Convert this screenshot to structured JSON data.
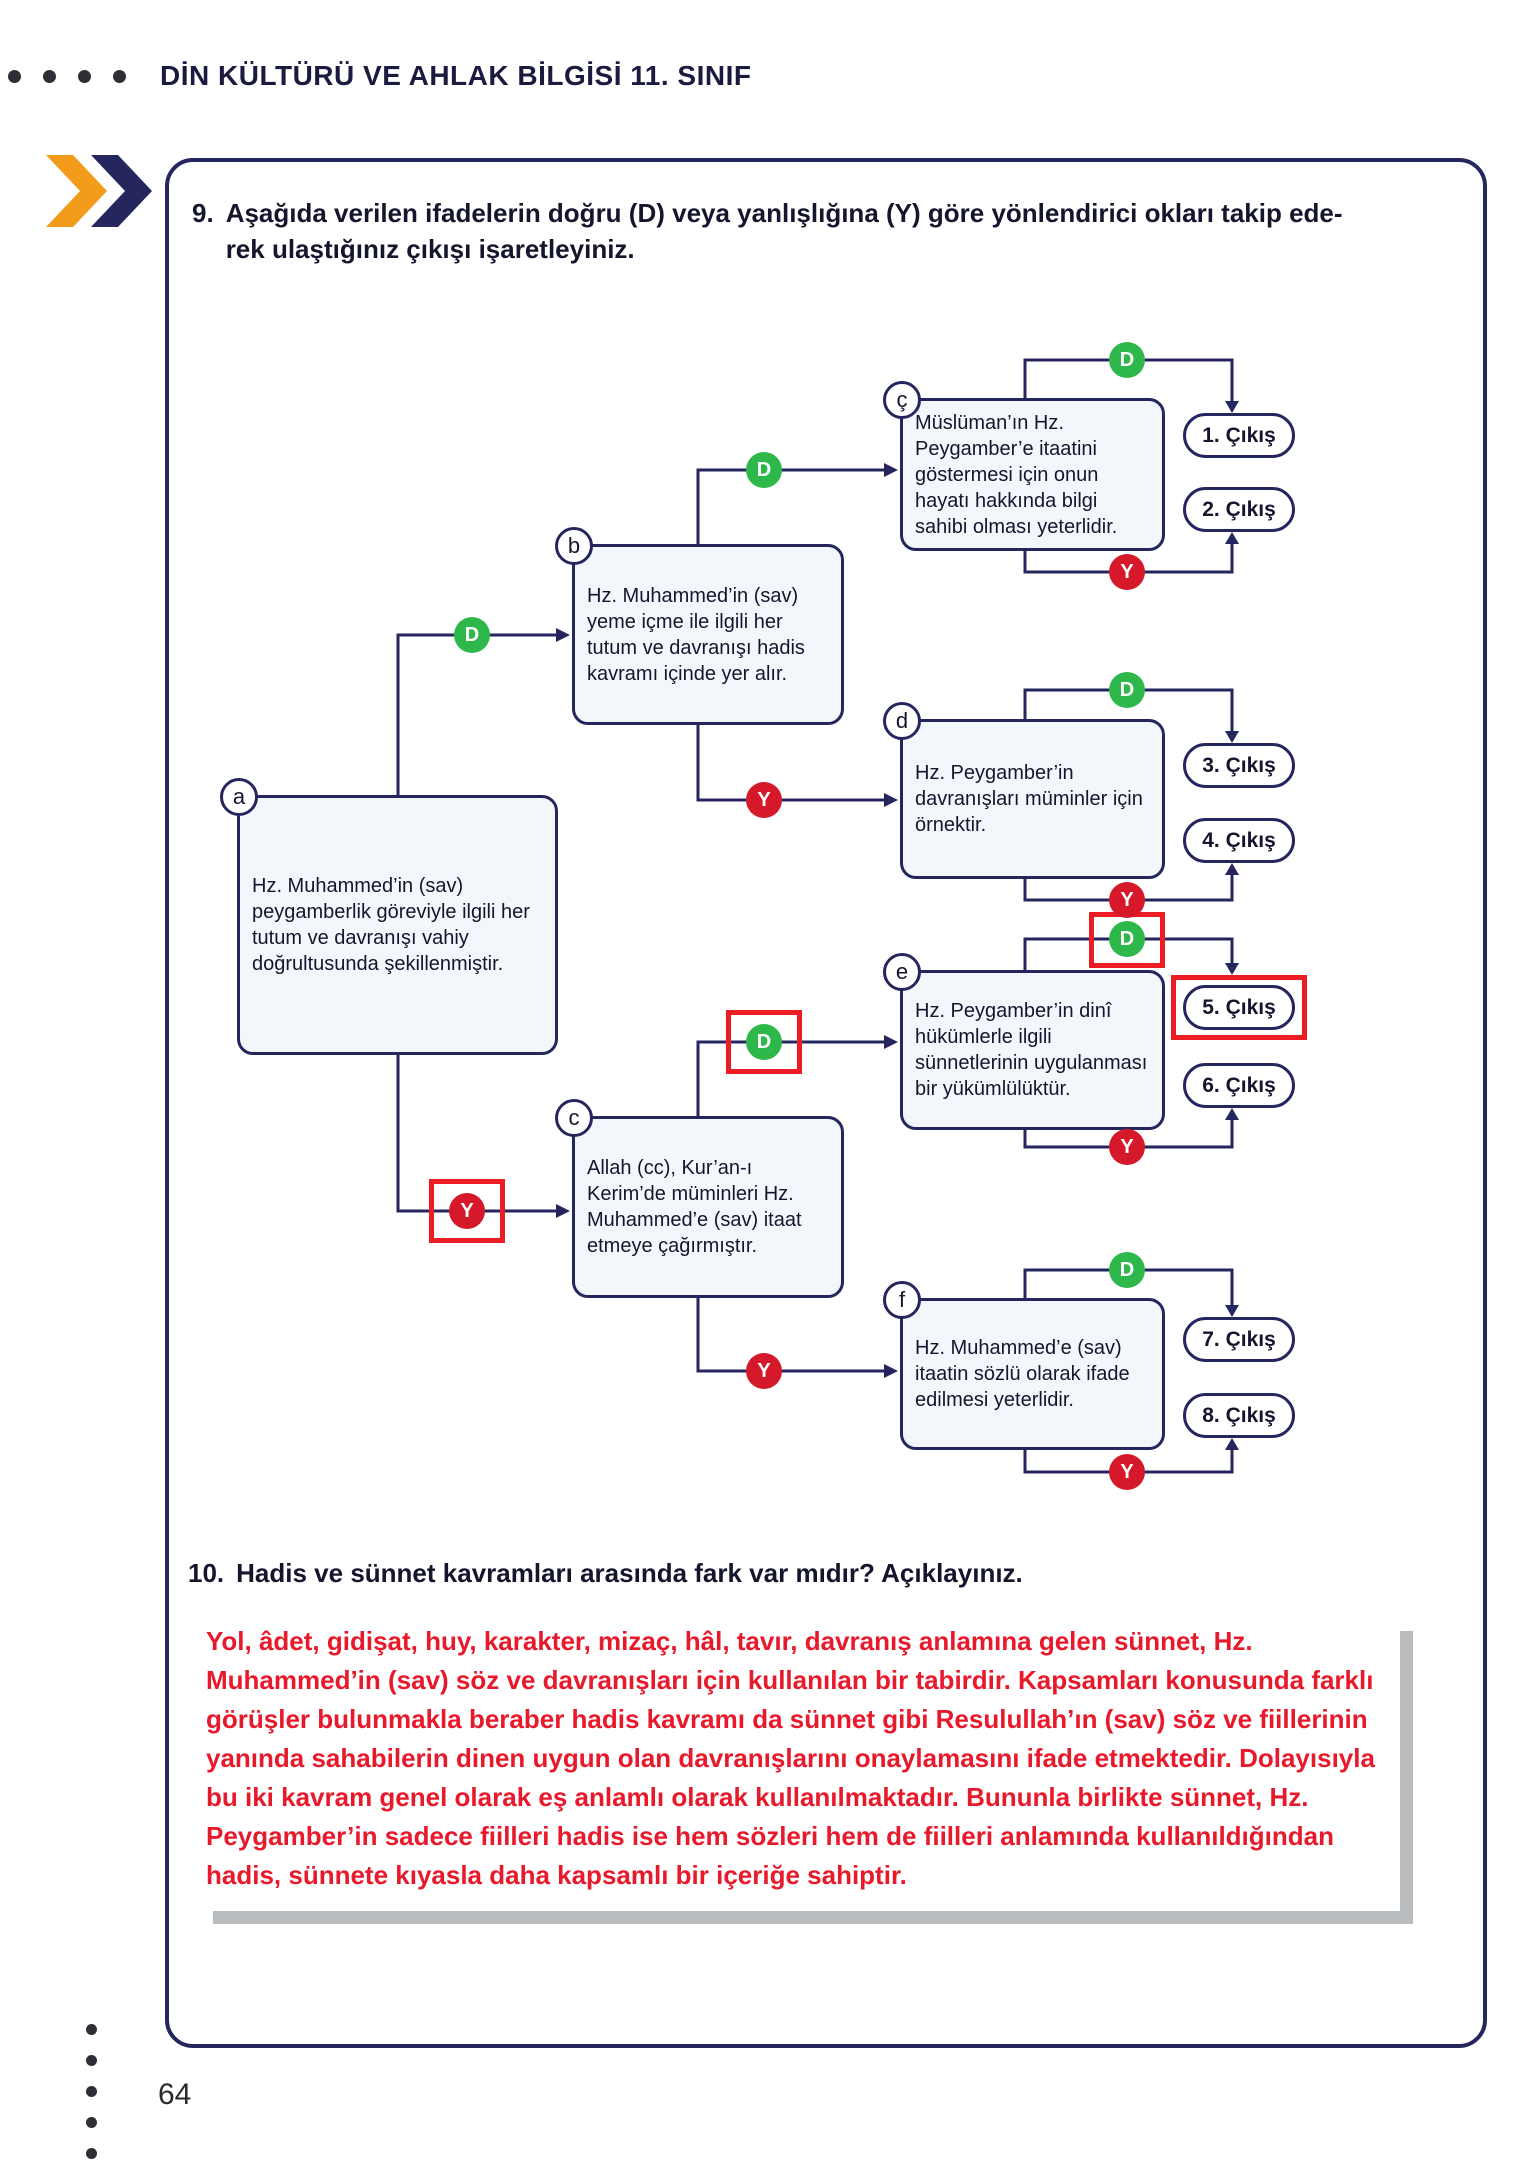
{
  "header": {
    "title": "DİN KÜLTÜRÜ VE AHLAK BİLGİSİ 11. SINIF"
  },
  "questions": {
    "q9": {
      "number": "9.",
      "text": "Aşağıda verilen ifadelerin doğru (D) veya yanlışlığına (Y) göre yönlendirici okları takip ede-\nrek ulaştığınız çıkışı işaretleyiniz."
    },
    "q10": {
      "number": "10.",
      "text": "Hadis ve sünnet kavramları arasında fark var mıdır? Açıklayınız."
    }
  },
  "flowchart": {
    "d_label": "D",
    "y_label": "Y",
    "nodes": {
      "a": {
        "label": "a",
        "text": "Hz. Muhammed’in (sav) peygamberlik göreviyle ilgili her tutum ve davranışı vahiy doğrultusunda şekillenmiştir."
      },
      "b": {
        "label": "b",
        "text": "Hz. Muhammed’in (sav) yeme içme ile ilgili her tutum ve davranışı hadis kavramı içinde yer alır."
      },
      "c": {
        "label": "c",
        "text": "Allah (cc), Kur’an-ı Kerim’de müminleri Hz. Muhammed’e (sav) itaat etmeye çağırmıştır."
      },
      "cc": {
        "label": "ç",
        "text": "Müslüman’ın Hz. Peygamber’e itaatini göstermesi için onun hayatı hakkında bilgi sahibi olması yeterlidir."
      },
      "d": {
        "label": "d",
        "text": "Hz. Peygamber’in davranışları müminler için örnektir."
      },
      "e": {
        "label": "e",
        "text": "Hz. Peygamber’in dinî hükümlerle ilgili sünnetlerinin uygulanması bir yükümlülüktür."
      },
      "f": {
        "label": "f",
        "text": "Hz. Muhammed’e (sav) itaatin sözlü olarak ifade edilmesi yeterlidir."
      }
    },
    "exits": [
      "1. Çıkış",
      "2. Çıkış",
      "3. Çıkış",
      "4. Çıkış",
      "5. Çıkış",
      "6. Çıkış",
      "7. Çıkış",
      "8. Çıkış"
    ]
  },
  "answer": {
    "text": "Yol, âdet, gidişat, huy, karakter, mizaç, hâl, tavır, davranış anlamına gelen sünnet, Hz. Muhammed’in (sav) söz ve davranışları için kullanılan bir tabirdir. Kapsamları konusunda farklı görüşler bulunmakla beraber hadis kavramı da sünnet gibi Resulullah’ın (sav) söz ve fiillerinin yanında sahabilerin dinen uygun olan davranışlarını onaylamasını ifade etmektedir. Dolayısıyla bu iki kavram genel olarak eş anlamlı olarak kullanılmaktadır. Bununla birlikte sünnet, Hz. Peygamber’in sadece fiilleri hadis ise hem sözleri hem de fiilleri anlamında kullanıldığından hadis, sünnete kıyasla daha kapsamlı bir içeriğe sahiptir."
  },
  "page": {
    "number": "64"
  },
  "colors": {
    "navy": "#26265e",
    "green_badge": "#2eb84c",
    "red_badge": "#d6182b",
    "highlight_red": "#ec1c24",
    "answer_red": "#e8192b",
    "node_fill": "#f2f7fb",
    "accent_orange": "#f39b1b"
  }
}
